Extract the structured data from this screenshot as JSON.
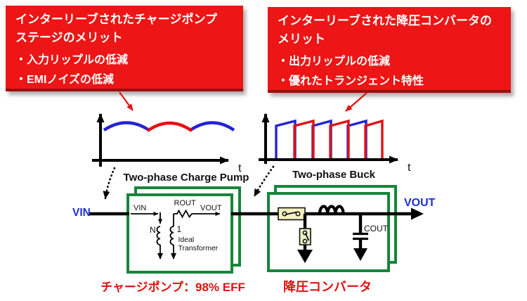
{
  "callouts": {
    "charge_pump": {
      "title_line1": "インターリーブされたチャージポンプ",
      "title_line2": "ステージのメリット",
      "bullet1": "・入力リップルの低減",
      "bullet2": "・EMIノイズの低減"
    },
    "buck": {
      "title_line1": "インターリーブされた降圧コンバータの",
      "title_line2": "メリット",
      "bullet1": "・出力リップルの低減",
      "bullet2": "・優れたトランジェント特性"
    }
  },
  "waveforms": {
    "charge_pump_caption": "Two-phase Charge Pump",
    "buck_caption": "Two-phase Buck",
    "time_label": "t"
  },
  "circuit": {
    "input_label": "VIN",
    "output_label": "VOUT",
    "charge_pump": {
      "vin": "VIN",
      "rout": "ROUT",
      "vout": "VOUT",
      "turns_primary": "N",
      "turns_secondary": "1",
      "ideal_line1": "Ideal",
      "ideal_line2": "Transformer",
      "caption": "チャージポンプ：98% EFF"
    },
    "buck": {
      "cout": "COUT",
      "caption": "降圧コンバータ"
    }
  },
  "colors": {
    "callout_bg": "#ED1515",
    "callout_edge": "#A00C0C",
    "box_green": "#17853C",
    "label_blue": "#1E2FD4",
    "wave_blue": "#2323D5",
    "wave_red": "#E01212",
    "caption_red": "#DF1111",
    "switch_fill": "#F4F0C0"
  }
}
